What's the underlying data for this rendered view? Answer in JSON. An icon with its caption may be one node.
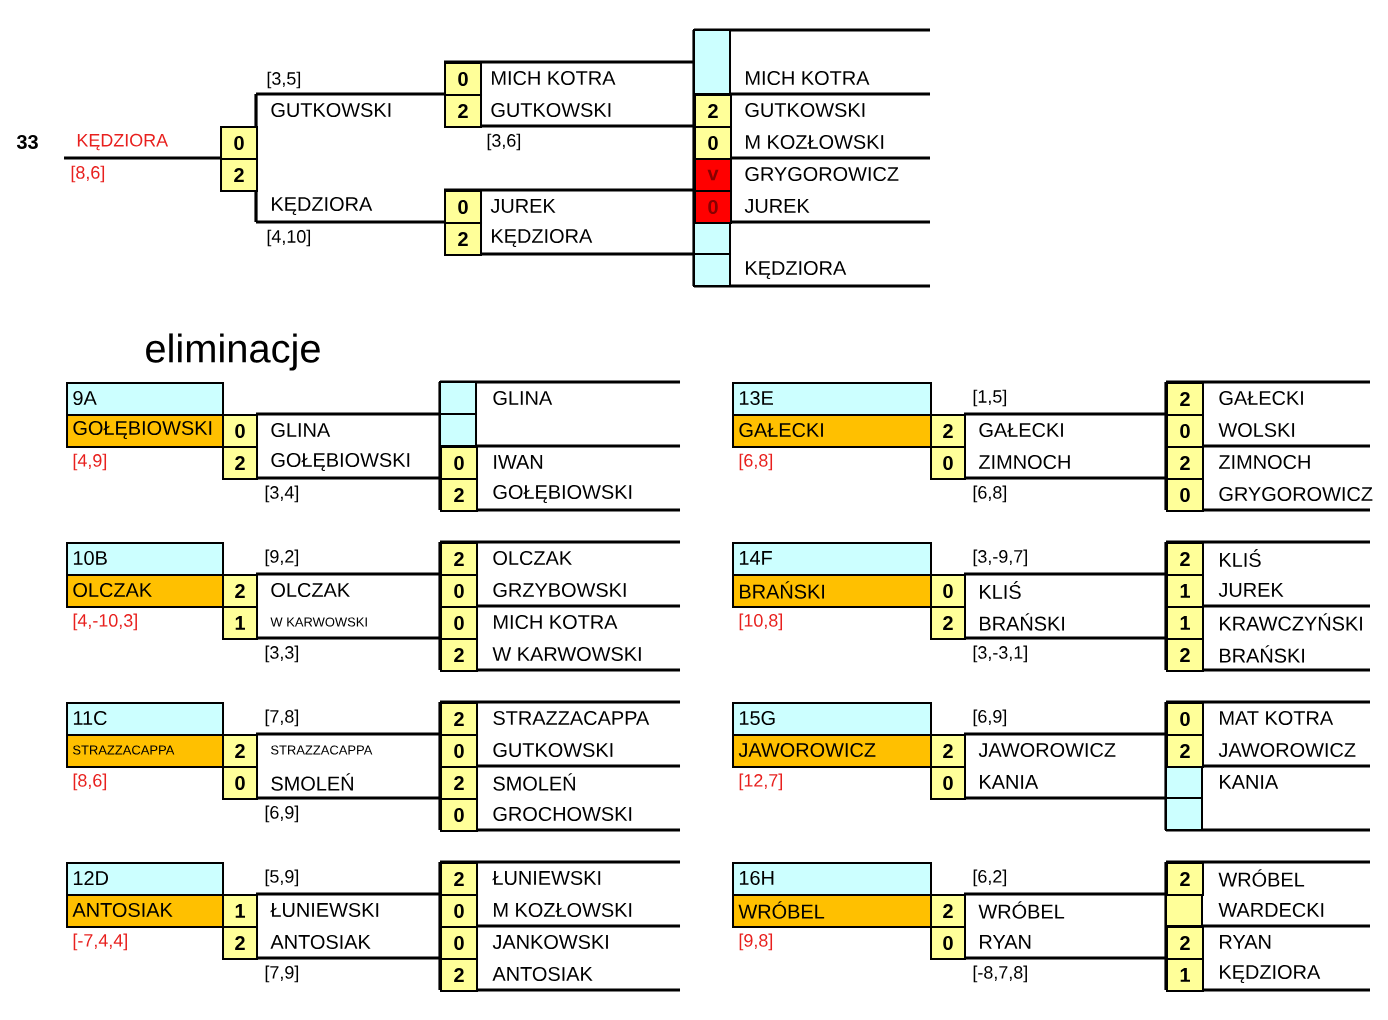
{
  "diagram": {
    "title": "eliminacje",
    "labels": [
      "33",
      "KĘDZIORA",
      "[8,6]",
      "0",
      "2",
      "[3,5]",
      "GUTKOWSKI",
      "KĘDZIORA",
      "[4,10]",
      "0",
      "MICH KOTRA",
      "2",
      "GUTKOWSKI",
      "[3,6]",
      "0",
      "JUREK",
      "2",
      "KĘDZIORA",
      "MICH KOTRA",
      "2",
      "GUTKOWSKI",
      "0",
      "M KOZŁOWSKI",
      "v",
      "GRYGOROWICZ",
      "0",
      "JUREK",
      "KĘDZIORA",
      "9A",
      "GOŁĘBIOWSKI",
      "[4,9]",
      "0",
      "GLINA",
      "2",
      "GOŁĘBIOWSKI",
      "[3,4]",
      "GLINA",
      "0",
      "IWAN",
      "2",
      "GOŁĘBIOWSKI",
      "10B",
      "OLCZAK",
      "[4,-10,3]",
      "2",
      "OLCZAK",
      "1",
      "W KARWOWSKI",
      "[9,2]",
      "[3,3]",
      "2",
      "OLCZAK",
      "0",
      "GRZYBOWSKI",
      "0",
      "MICH KOTRA",
      "2",
      "W KARWOWSKI",
      "11C",
      "STRAZZACAPPA",
      "[8,6]",
      "2",
      "STRAZZACAPPA",
      "0",
      "SMOLEŃ",
      "[7,8]",
      "[6,9]",
      "2",
      "STRAZZACAPPA",
      "0",
      "GUTKOWSKI",
      "2",
      "SMOLEŃ",
      "0",
      "GROCHOWSKI",
      "12D",
      "ANTOSIAK",
      "[-7,4,4]",
      "1",
      "ŁUNIEWSKI",
      "2",
      "ANTOSIAK",
      "[5,9]",
      "[7,9]",
      "2",
      "ŁUNIEWSKI",
      "0",
      "M KOZŁOWSKI",
      "0",
      "JANKOWSKI",
      "2",
      "ANTOSIAK",
      "13E",
      "GAŁECKI",
      "[6,8]",
      "2",
      "GAŁECKI",
      "0",
      "ZIMNOCH",
      "[1,5]",
      "[6,8]",
      "2",
      "GAŁECKI",
      "0",
      "WOLSKI",
      "2",
      "ZIMNOCH",
      "0",
      "GRYGOROWICZ",
      "14F",
      "BRAŃSKI",
      "[10,8]",
      "0",
      "KLIŚ",
      "2",
      "BRAŃSKI",
      "[3,-9,7]",
      "[3,-3,1]",
      "2",
      "KLIŚ",
      "1",
      "JUREK",
      "1",
      "KRAWCZYŃSKI",
      "2",
      "BRAŃSKI",
      "15G",
      "JAWOROWICZ",
      "[12,7]",
      "2",
      "JAWOROWICZ",
      "0",
      "KANIA",
      "[6,9]",
      "0",
      "MAT KOTRA",
      "2",
      "JAWOROWICZ",
      "KANIA",
      "16H",
      "WRÓBEL",
      "[9,8]",
      "2",
      "WRÓBEL",
      "0",
      "RYAN",
      "[6,2]",
      "[-8,7,8]",
      "2",
      "WRÓBEL",
      "WARDECKI",
      "2",
      "RYAN",
      "1",
      "KĘDZIORA"
    ]
  }
}
